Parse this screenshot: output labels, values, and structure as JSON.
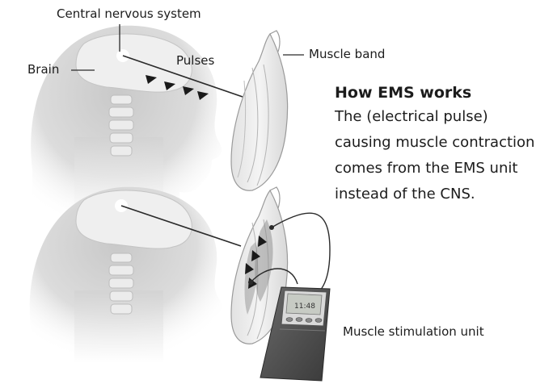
{
  "labels": {
    "cns": "Central nervous system",
    "brain": "Brain",
    "pulses": "Pulses",
    "muscle_band": "Muscle band",
    "stim_unit": "Muscle stimulation unit"
  },
  "info": {
    "title": "How EMS works",
    "lines": [
      "The (electrical pulse)",
      "causing muscle contraction",
      "comes from the EMS unit",
      "instead of the CNS."
    ]
  },
  "device": {
    "screen_text": "11:48"
  }
}
